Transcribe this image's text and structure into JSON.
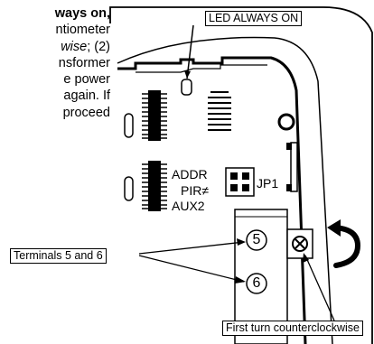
{
  "paragraph": {
    "lines": [
      {
        "bold": "ways on,",
        "text": ""
      },
      {
        "text": "ntiometer"
      },
      {
        "italic": "wise",
        "text": "; (2)"
      },
      {
        "text": "nsformer"
      },
      {
        "text": "e  power"
      },
      {
        "text": "again.  If"
      },
      {
        "text": "proceed"
      }
    ]
  },
  "callouts": {
    "led": "LED ALWAYS ON",
    "terminals": "Terminals 5 and 6",
    "turn": "First turn counterclockwise"
  },
  "board": {
    "addr": "ADDR",
    "pir": "PIR≠",
    "aux2": "AUX2",
    "jp1": "JP1",
    "terminal_top": "5",
    "terminal_bottom": "6"
  }
}
